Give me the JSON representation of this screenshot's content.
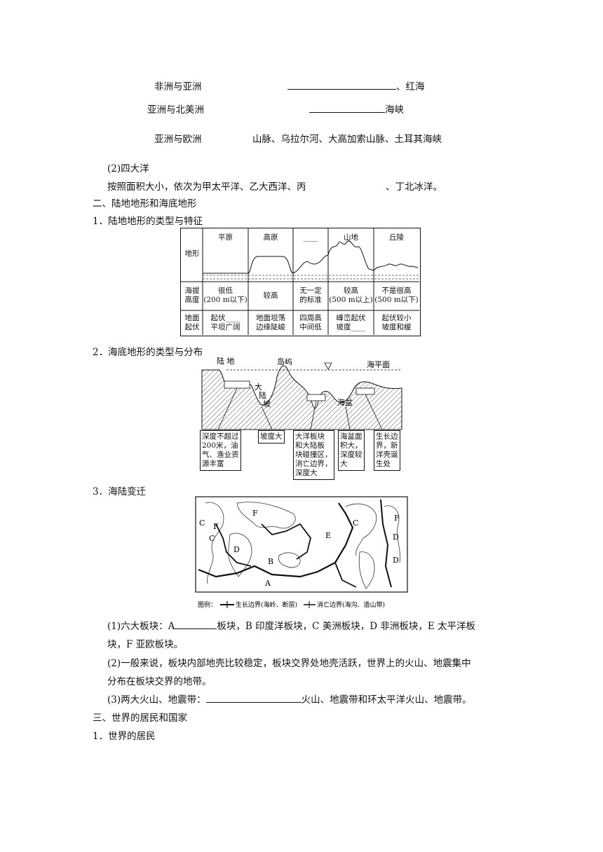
{
  "straits": [
    {
      "left": "非洲与亚洲",
      "right_suffix": "、红海"
    },
    {
      "left": "亚洲与北美洲",
      "right_suffix": "海峡"
    },
    {
      "left": "亚洲与欧洲",
      "right_text": "山脉、乌拉尔河、大高加索山脉、土耳其海峡"
    }
  ],
  "oceans": {
    "heading": "(2)四大洋",
    "line_a": "按照面积大小，依次为甲太平洋、乙大西洋、丙",
    "line_b": "、丁北冰洋。"
  },
  "section2": {
    "heading": "二、陆地地形和海底地形",
    "sub1": "1．陆地地形的类型与特征",
    "sub2": "2．海底地形的类型与分布",
    "sub3": "3．海陆变迁"
  },
  "landform_table": {
    "row_labels": [
      "地形",
      "海拔\n高度",
      "地面\n起伏"
    ],
    "columns": [
      {
        "name": "平原",
        "height": "很低\n(200 m以下)",
        "relief": "起伏____\n平坦广阔"
      },
      {
        "name": "高原",
        "height": "较高",
        "relief": "地面坦荡\n边缘陡峻"
      },
      {
        "name": "____",
        "height": "无一定\n的标准",
        "relief": "四周高\n中间低"
      },
      {
        "name": "山地",
        "height": "较高\n(500 m以上)",
        "relief": "峰峦起伏\n坡度____"
      },
      {
        "name": "丘陵",
        "height": "不是很高\n(500 m以下)",
        "relief": "起伏较小\n坡度和缓"
      }
    ]
  },
  "seafloor": {
    "labels": {
      "land": "陆 地",
      "island": "岛屿",
      "sea_level": "海平面",
      "slope": "大\n陆\n坡",
      "basin": "海盆"
    },
    "boxes": [
      "深度不超过\n200米，油\n气、渔业资\n源丰富",
      "坡度大",
      "大洋板块\n和大陆板\n块碰撞区，\n消亡边界，\n深度大",
      "海盆面\n积大，\n深度较\n大",
      "生长边\n界，新\n洋壳诞\n生处"
    ]
  },
  "plate_map": {
    "labels": [
      "A",
      "B",
      "C",
      "D",
      "E",
      "F",
      "C",
      "D",
      "F",
      "C",
      "F",
      "D"
    ],
    "legend_prefix": "图例：",
    "legend_growth": "生长边界(海岭、断层)",
    "legend_subduction": "消亡边界(海沟、造山带)"
  },
  "plates": {
    "p1_a": "(1)六大板块：A",
    "p1_b": "板块，B 印度洋板块，C 美洲板块，D 非洲板块，E 太平洋板",
    "p1_c": "块，F 亚欧板块。",
    "p2_a": "(2)一般来说，板块内部地壳比较稳定，板块交界处地壳活跃，世界上的火山、地震集中",
    "p2_b": "分布在板块交界的地带。",
    "p3_a": "(3)两大火山、地震带：",
    "p3_b": "火山、地震带和环太平洋火山、地震带。"
  },
  "section3": {
    "heading": "三、世界的居民和国家",
    "sub1": "1．世界的居民"
  }
}
